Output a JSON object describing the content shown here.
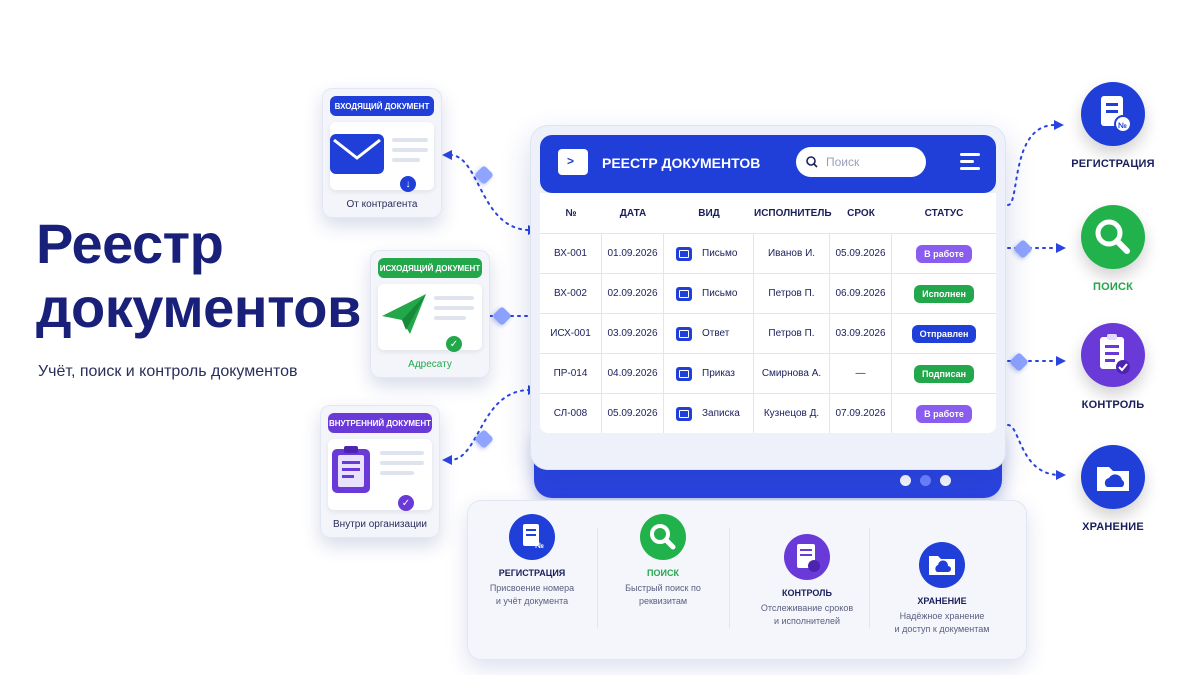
{
  "hero": {
    "title_line1": "Реестр",
    "title_line2": "документов",
    "subtitle": "Учёт, поиск и контроль документов"
  },
  "cards": [
    {
      "tag": "Входящий документ",
      "caption": "От контрагента",
      "icon": "envelope-icon",
      "color": "#1f3fd8"
    },
    {
      "tag": "Исходящий документ",
      "caption": "Адресату",
      "icon": "paper-plane-icon",
      "color": "#22a84a"
    },
    {
      "tag": "Внутренний документ",
      "caption": "Внутри организации",
      "icon": "clipboard-icon",
      "color": "#6a3ad8"
    }
  ],
  "window": {
    "title": "РЕЕСТР ДОКУМЕНТОВ",
    "search_placeholder": "Поиск",
    "columns": [
      "№",
      "ДАТА",
      "ВИД",
      "ИСПОЛНИТЕЛЬ",
      "СРОК",
      "СТАТУС"
    ],
    "rows": [
      {
        "num": "ВХ-001",
        "date": "01.09.2026",
        "kind": "Письмо",
        "executor": "Иванов И.",
        "due": "05.09.2026",
        "status": "В работе",
        "status_color": "#8a5cf0"
      },
      {
        "num": "ВХ-002",
        "date": "02.09.2026",
        "kind": "Письмо",
        "executor": "Петров П.",
        "due": "06.09.2026",
        "status": "Исполнен",
        "status_color": "#22a84a"
      },
      {
        "num": "ИСХ-001",
        "date": "03.09.2026",
        "kind": "Ответ",
        "executor": "Петров П.",
        "due": "03.09.2026",
        "status": "Отправлен",
        "status_color": "#1f3fd8"
      },
      {
        "num": "ПР-014",
        "date": "04.09.2026",
        "kind": "Приказ",
        "executor": "Смирнова А.",
        "due": "—",
        "status": "Подписан",
        "status_color": "#22a84a"
      },
      {
        "num": "СЛ-008",
        "date": "05.09.2026",
        "kind": "Записка",
        "executor": "Кузнецов Д.",
        "due": "07.09.2026",
        "status": "В работе",
        "status_color": "#8a5cf0"
      }
    ]
  },
  "features": [
    {
      "label": "РЕГИСТРАЦИЯ",
      "icon": "document-number-icon",
      "color": "#1f3fd8",
      "label_color": "#1a1f5c"
    },
    {
      "label": "ПОИСК",
      "icon": "magnifier-icon",
      "color": "#22b24c",
      "label_color": "#22a84a"
    },
    {
      "label": "КОНТРОЛЬ",
      "icon": "checklist-icon",
      "color": "#6a3ad8",
      "label_color": "#1a1f5c"
    },
    {
      "label": "ХРАНЕНИЕ",
      "icon": "cloud-folder-icon",
      "color": "#1f3fd8",
      "label_color": "#1a1f5c"
    }
  ],
  "panel": [
    {
      "title": "РЕГИСТРАЦИЯ",
      "desc1": "Присвоение номера",
      "desc2": "и учёт документа",
      "title_color": "#1a1f5c",
      "color": "#1f3fd8"
    },
    {
      "title": "ПОИСК",
      "desc1": "Быстрый поиск по",
      "desc2": "реквизитам",
      "title_color": "#22a84a",
      "color": "#22b24c"
    },
    {
      "title": "КОНТРОЛЬ",
      "desc1": "Отслеживание сроков",
      "desc2": "и исполнителей",
      "title_color": "#1a1f5c",
      "color": "#6a3ad8"
    },
    {
      "title": "ХРАНЕНИЕ",
      "desc1": "Надёжное хранение",
      "desc2": "и доступ к документам",
      "title_color": "#1a1f5c",
      "color": "#1f3fd8"
    }
  ]
}
